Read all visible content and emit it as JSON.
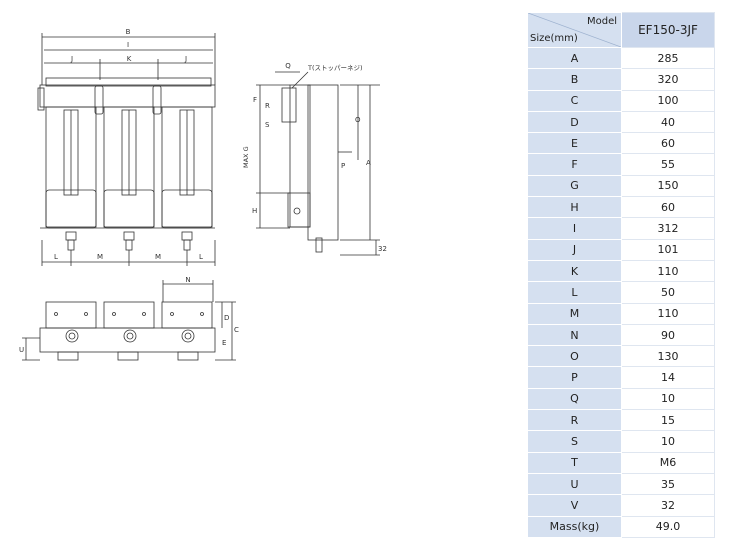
{
  "drawing": {
    "dim_labels": {
      "B": "B",
      "I": "I",
      "J": "J",
      "K": "K",
      "L": "L",
      "M": "M",
      "N": "N",
      "Q": "Q",
      "R": "R",
      "S": "S",
      "F": "F",
      "O": "O",
      "P": "P",
      "H": "H",
      "A": "A",
      "C": "C",
      "D": "D",
      "E": "E",
      "U": "U",
      "V32": "32",
      "MAXG": "MAX G",
      "stopper": "T(ストッパーネジ)"
    }
  },
  "table": {
    "header_model": "Model",
    "header_size": "Size(mm)",
    "model_name": "EF150-3JF",
    "rows": [
      {
        "label": "A",
        "value": "285"
      },
      {
        "label": "B",
        "value": "320"
      },
      {
        "label": "C",
        "value": "100"
      },
      {
        "label": "D",
        "value": "40"
      },
      {
        "label": "E",
        "value": "60"
      },
      {
        "label": "F",
        "value": "55"
      },
      {
        "label": "G",
        "value": "150"
      },
      {
        "label": "H",
        "value": "60"
      },
      {
        "label": "I",
        "value": "312"
      },
      {
        "label": "J",
        "value": "101"
      },
      {
        "label": "K",
        "value": "110"
      },
      {
        "label": "L",
        "value": "50"
      },
      {
        "label": "M",
        "value": "110"
      },
      {
        "label": "N",
        "value": "90"
      },
      {
        "label": "O",
        "value": "130"
      },
      {
        "label": "P",
        "value": "14"
      },
      {
        "label": "Q",
        "value": "10"
      },
      {
        "label": "R",
        "value": "15"
      },
      {
        "label": "S",
        "value": "10"
      },
      {
        "label": "T",
        "value": "M6"
      },
      {
        "label": "U",
        "value": "35"
      },
      {
        "label": "V",
        "value": "32"
      },
      {
        "label": "Mass(kg)",
        "value": "49.0"
      }
    ]
  }
}
